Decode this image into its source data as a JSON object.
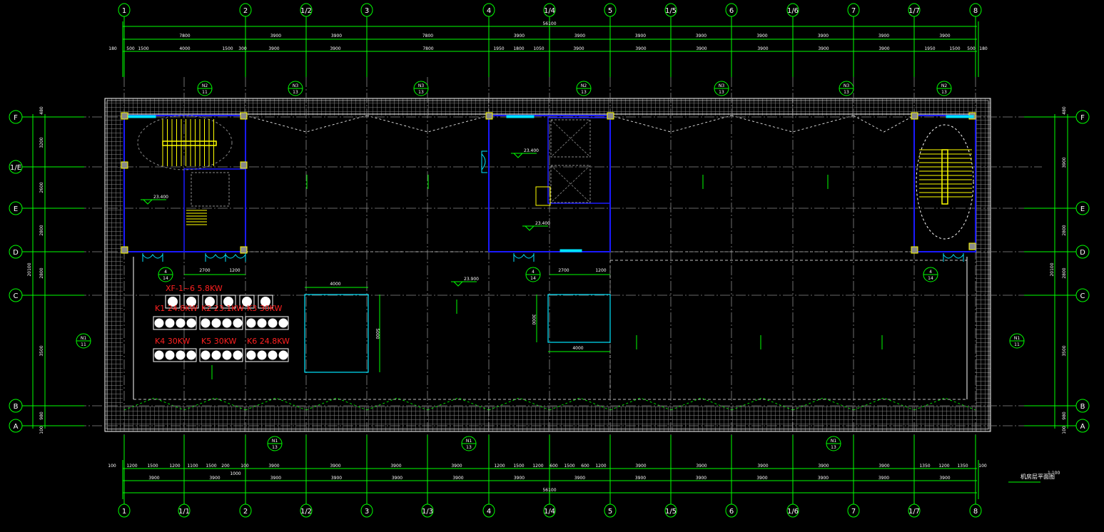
{
  "drawing": {
    "title": "机房层平面图",
    "scale": "1:100",
    "colors": {
      "grid": "#00ff00",
      "wall": "#0000ff",
      "stair": "#ffff00",
      "door": "#00ffff",
      "equip": "#ff2020",
      "center": "#808080"
    }
  },
  "axes": {
    "top": [
      "1",
      "2",
      "1/2",
      "3",
      "4",
      "1/4",
      "5",
      "1/5",
      "6",
      "1/6",
      "7",
      "1/7",
      "8"
    ],
    "bottom": [
      "1",
      "1/1",
      "2",
      "1/2",
      "3",
      "1/3",
      "4",
      "1/4",
      "5",
      "1/5",
      "6",
      "1/6",
      "7",
      "1/7",
      "8"
    ],
    "left": [
      "F",
      "1/E",
      "E",
      "D",
      "C",
      "B",
      "A"
    ],
    "right": [
      "F",
      "E",
      "D",
      "C",
      "B",
      "A"
    ]
  },
  "dims": {
    "top_total": "56100",
    "top_row2": [
      "7800",
      "3900",
      "3900",
      "7800",
      "3900",
      "3900",
      "3900",
      "3900",
      "3900",
      "3900",
      "3900",
      "3900"
    ],
    "top_row3": [
      "180",
      "500",
      "1500",
      "4000",
      "1500",
      "300",
      "3900",
      "3900",
      "7800",
      "1950",
      "1800",
      "1050",
      "3900",
      "3900",
      "3900",
      "3900",
      "3900",
      "3900",
      "1950",
      "1500",
      "500",
      "180"
    ],
    "bottom_row1": [
      "100",
      "1200",
      "1500",
      "1200",
      "1100",
      "1500",
      "200",
      "100",
      "3900",
      "3900",
      "3900",
      "3900",
      "1200",
      "1500",
      "1200",
      "600",
      "1500",
      "600",
      "1200",
      "3900",
      "3900",
      "3900",
      "3900",
      "3900",
      "1350",
      "1200",
      "1350",
      "100"
    ],
    "bottom_extra": "1000",
    "bottom_row2": [
      "3900",
      "3900",
      "3900",
      "3900",
      "3900",
      "3900",
      "3900",
      "3900",
      "3900",
      "3900",
      "3900",
      "3900",
      "3900",
      "3900"
    ],
    "bottom_total": "56100",
    "left": [
      "480",
      "3200",
      "2600",
      "2800",
      "2800",
      "3500",
      "980",
      "100"
    ],
    "left_total": "20100",
    "right": [
      "480",
      "3900",
      "2800",
      "2800",
      "3500",
      "980",
      "100"
    ],
    "right_total": "20100"
  },
  "equipment": {
    "fans_label": "XF-1~6  5.8KW",
    "units": [
      "K1 24.8KW",
      "K2 23.1KW",
      "K3 30KW",
      "K4 30KW",
      "K5 30KW",
      "K6 24.8KW"
    ]
  },
  "annotations": {
    "elevations": [
      "23.400",
      "23.400",
      "23.400",
      "23.900"
    ],
    "plan_dims": [
      "4000",
      "5000",
      "3000",
      "4000",
      "2700",
      "1200",
      "2700",
      "1200"
    ],
    "section_marks": [
      [
        "N2",
        "11"
      ],
      [
        "N3",
        "13"
      ],
      [
        "N3",
        "13"
      ],
      [
        "N2",
        "13"
      ],
      [
        "N3",
        "13"
      ],
      [
        "N3",
        "13"
      ],
      [
        "N2",
        "13"
      ],
      [
        "N1",
        "11"
      ],
      [
        "N1",
        "11"
      ],
      [
        "N1",
        "13"
      ],
      [
        "N1",
        "13"
      ],
      [
        "N1",
        "13"
      ],
      [
        "4",
        "14"
      ],
      [
        "4",
        "14"
      ],
      [
        "4",
        "14"
      ]
    ]
  }
}
